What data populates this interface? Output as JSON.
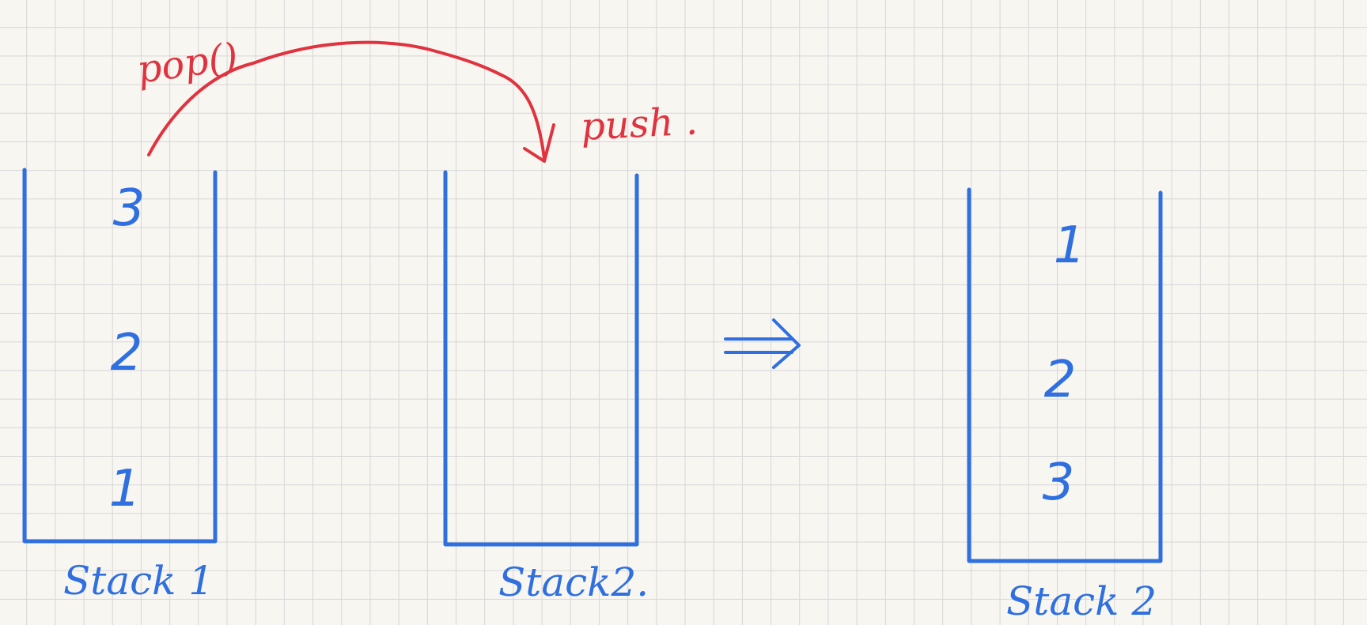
{
  "annotations": {
    "pop_label": "pop()",
    "push_label": "push ."
  },
  "stacks": [
    {
      "label": "Stack 1",
      "items_top_to_bottom": [
        "3",
        "2",
        "1"
      ]
    },
    {
      "label": "Stack2.",
      "items_top_to_bottom": []
    },
    {
      "label": "Stack 2",
      "items_top_to_bottom": [
        "1",
        "2",
        "3"
      ]
    }
  ],
  "colors": {
    "blue_ink": "#2f6fe0",
    "red_ink": "#e0333f",
    "paper": "#f8f6f1",
    "grid": "#d6d6d6"
  }
}
